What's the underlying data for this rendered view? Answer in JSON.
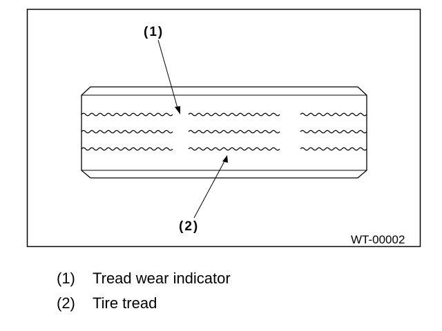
{
  "figure": {
    "id": "WT-00002",
    "callouts": [
      {
        "number": "(1)"
      },
      {
        "number": "(2)"
      }
    ]
  },
  "legend": [
    {
      "number": "(1)",
      "label": "Tread wear indicator"
    },
    {
      "number": "(2)",
      "label": "Tire tread"
    }
  ],
  "colors": {
    "ink": "#000000",
    "background": "#ffffff"
  }
}
